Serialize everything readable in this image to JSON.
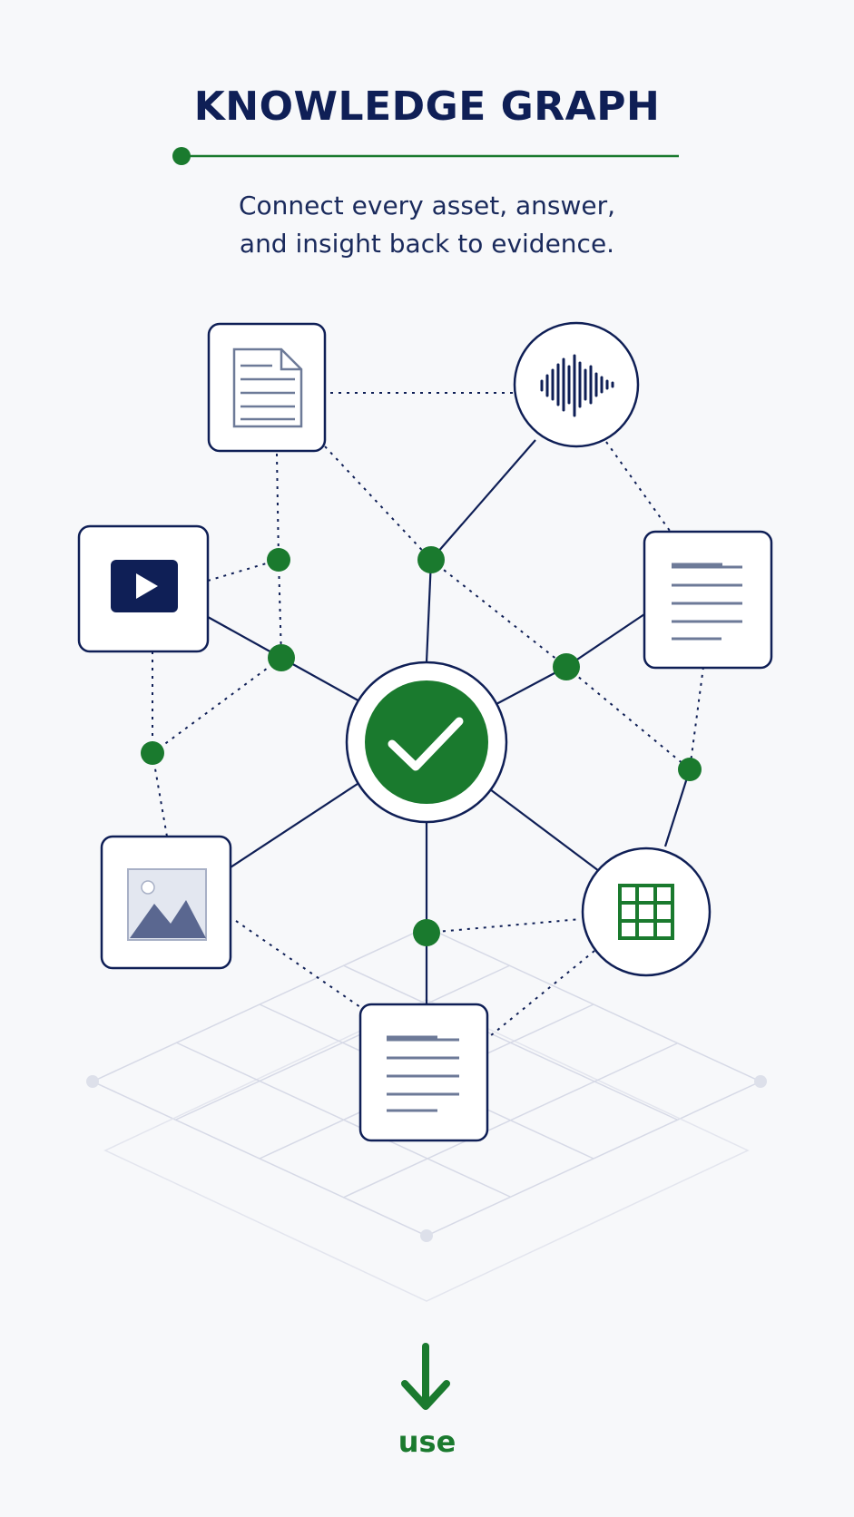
{
  "header": {
    "title": "KNOWLEDGE GRAPH",
    "subtitle_line1": "Connect every asset, answer,",
    "subtitle_line2": "and insight back to evidence."
  },
  "footer": {
    "label": "use"
  },
  "nodes": [
    {
      "id": "document",
      "icon": "document-icon",
      "shape": "square"
    },
    {
      "id": "audio",
      "icon": "audio-waveform-icon",
      "shape": "circle"
    },
    {
      "id": "video",
      "icon": "play-icon",
      "shape": "square"
    },
    {
      "id": "text",
      "icon": "text-lines-icon",
      "shape": "square"
    },
    {
      "id": "verified",
      "icon": "checkmark-icon",
      "shape": "circle"
    },
    {
      "id": "image",
      "icon": "image-icon",
      "shape": "square"
    },
    {
      "id": "table",
      "icon": "table-grid-icon",
      "shape": "circle"
    },
    {
      "id": "report",
      "icon": "text-lines-icon",
      "shape": "square"
    }
  ],
  "colors": {
    "navy": "#0f1f56",
    "green": "#1a7a2e",
    "background": "#f7f8fa"
  }
}
